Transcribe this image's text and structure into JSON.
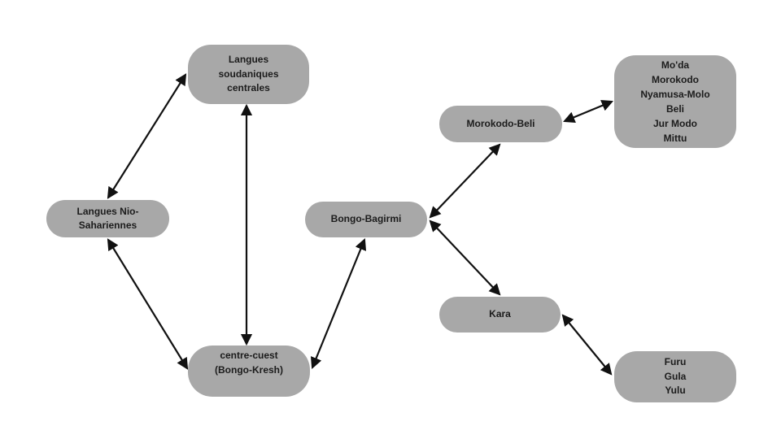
{
  "colors": {
    "background": "#ffffff",
    "node_fill": "#a8a8a8",
    "node_text": "#1c1c1c",
    "arrow": "#111111"
  },
  "diagram_type": "language-family-flowchart",
  "nodes": [
    {
      "id": "langues-soudaniques-centrales",
      "label": "Langues\nsoudaniques\ncentrales"
    },
    {
      "id": "langues-nio-sahariennes",
      "label": "Langues Nio-\nSahariennes"
    },
    {
      "id": "centre-cuest-bongo-kresh",
      "label": "centre-cuest\n(Bongo-Kresh)"
    },
    {
      "id": "bongo-bagirmi",
      "label": "Bongo-Bagirmi"
    },
    {
      "id": "morokodo-beli",
      "label": "Morokodo-Beli"
    },
    {
      "id": "moda-group",
      "label": "Mo'da\nMorokodo\nNyamusa-Molo\nBeli\nJur Modo\nMittu"
    },
    {
      "id": "kara",
      "label": "Kara"
    },
    {
      "id": "furu-group",
      "label": "Furu\nGula\nYulu"
    }
  ],
  "edges": [
    {
      "from": "langues-nio-sahariennes",
      "to": "langues-soudaniques-centrales",
      "bidirectional": true
    },
    {
      "from": "langues-soudaniques-centrales",
      "to": "centre-cuest-bongo-kresh",
      "bidirectional": true
    },
    {
      "from": "langues-nio-sahariennes",
      "to": "centre-cuest-bongo-kresh",
      "bidirectional": true
    },
    {
      "from": "centre-cuest-bongo-kresh",
      "to": "bongo-bagirmi",
      "bidirectional": true
    },
    {
      "from": "bongo-bagirmi",
      "to": "morokodo-beli",
      "bidirectional": true
    },
    {
      "from": "morokodo-beli",
      "to": "moda-group",
      "bidirectional": true
    },
    {
      "from": "bongo-bagirmi",
      "to": "kara",
      "bidirectional": true
    },
    {
      "from": "kara",
      "to": "furu-group",
      "bidirectional": true
    }
  ]
}
